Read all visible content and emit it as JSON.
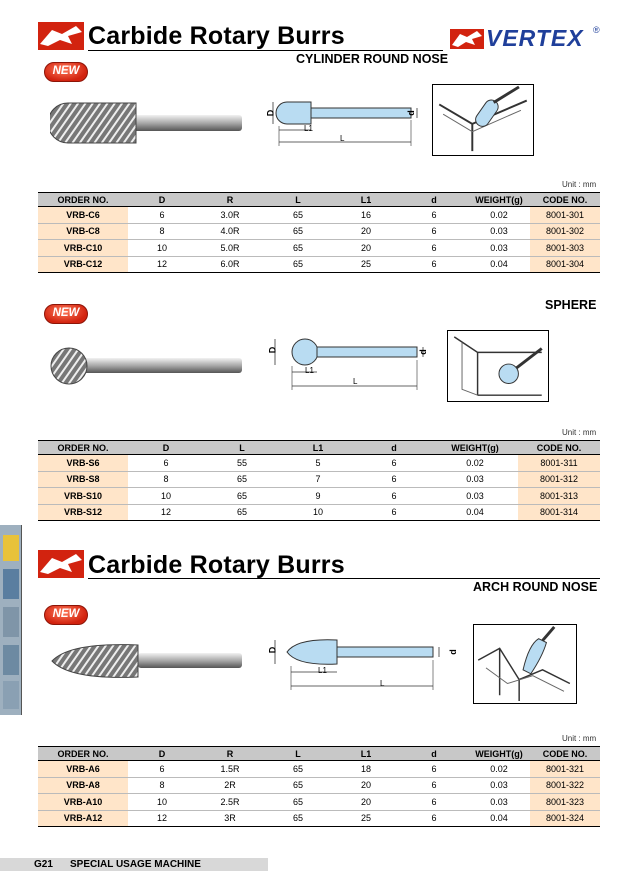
{
  "brand": {
    "name": "VERTEX",
    "mark": "®"
  },
  "units_label": "Unit : mm",
  "new_label": "NEW",
  "sections": [
    {
      "title": "Carbide Rotary Burrs",
      "subtitle": "CYLINDER ROUND NOSE",
      "dims": {
        "D": "D",
        "L1": "L1",
        "L": "L",
        "d": "d"
      },
      "headers": [
        "ORDER NO.",
        "D",
        "R",
        "L",
        "L1",
        "d",
        "WEIGHT(g)",
        "CODE NO."
      ],
      "rows": [
        [
          "VRB-C6",
          "6",
          "3.0R",
          "65",
          "16",
          "6",
          "0.02",
          "8001-301"
        ],
        [
          "VRB-C8",
          "8",
          "4.0R",
          "65",
          "20",
          "6",
          "0.03",
          "8001-302"
        ],
        [
          "VRB-C10",
          "10",
          "5.0R",
          "65",
          "20",
          "6",
          "0.03",
          "8001-303"
        ],
        [
          "VRB-C12",
          "12",
          "6.0R",
          "65",
          "25",
          "6",
          "0.04",
          "8001-304"
        ]
      ]
    },
    {
      "title": "",
      "subtitle": "SPHERE",
      "dims": {
        "D": "D",
        "L1": "L1",
        "L": "L",
        "d": "d"
      },
      "headers": [
        "ORDER NO.",
        "D",
        "L",
        "L1",
        "d",
        "WEIGHT(g)",
        "CODE NO."
      ],
      "rows": [
        [
          "VRB-S6",
          "6",
          "55",
          "5",
          "6",
          "0.02",
          "8001-311"
        ],
        [
          "VRB-S8",
          "8",
          "65",
          "7",
          "6",
          "0.03",
          "8001-312"
        ],
        [
          "VRB-S10",
          "10",
          "65",
          "9",
          "6",
          "0.03",
          "8001-313"
        ],
        [
          "VRB-S12",
          "12",
          "65",
          "10",
          "6",
          "0.04",
          "8001-314"
        ]
      ]
    },
    {
      "title": "Carbide Rotary Burrs",
      "subtitle": "ARCH ROUND NOSE",
      "dims": {
        "D": "D",
        "L1": "L1",
        "L": "L",
        "d": "d"
      },
      "headers": [
        "ORDER NO.",
        "D",
        "R",
        "L",
        "L1",
        "d",
        "WEIGHT(g)",
        "CODE NO."
      ],
      "rows": [
        [
          "VRB-A6",
          "6",
          "1.5R",
          "65",
          "18",
          "6",
          "0.02",
          "8001-321"
        ],
        [
          "VRB-A8",
          "8",
          "2R",
          "65",
          "20",
          "6",
          "0.03",
          "8001-322"
        ],
        [
          "VRB-A10",
          "10",
          "2.5R",
          "65",
          "20",
          "6",
          "0.03",
          "8001-323"
        ],
        [
          "VRB-A12",
          "12",
          "3R",
          "65",
          "25",
          "6",
          "0.04",
          "8001-324"
        ]
      ]
    }
  ],
  "footer": {
    "page": "G21",
    "label": "SPECIAL USAGE MACHINE"
  },
  "colors": {
    "accent_red": "#d2230f",
    "brand_blue": "#1f3f9a",
    "header_gray": "#c8c8c8",
    "order_fill": "#ffe5c9",
    "burr_blue": "#b9dcf2"
  }
}
